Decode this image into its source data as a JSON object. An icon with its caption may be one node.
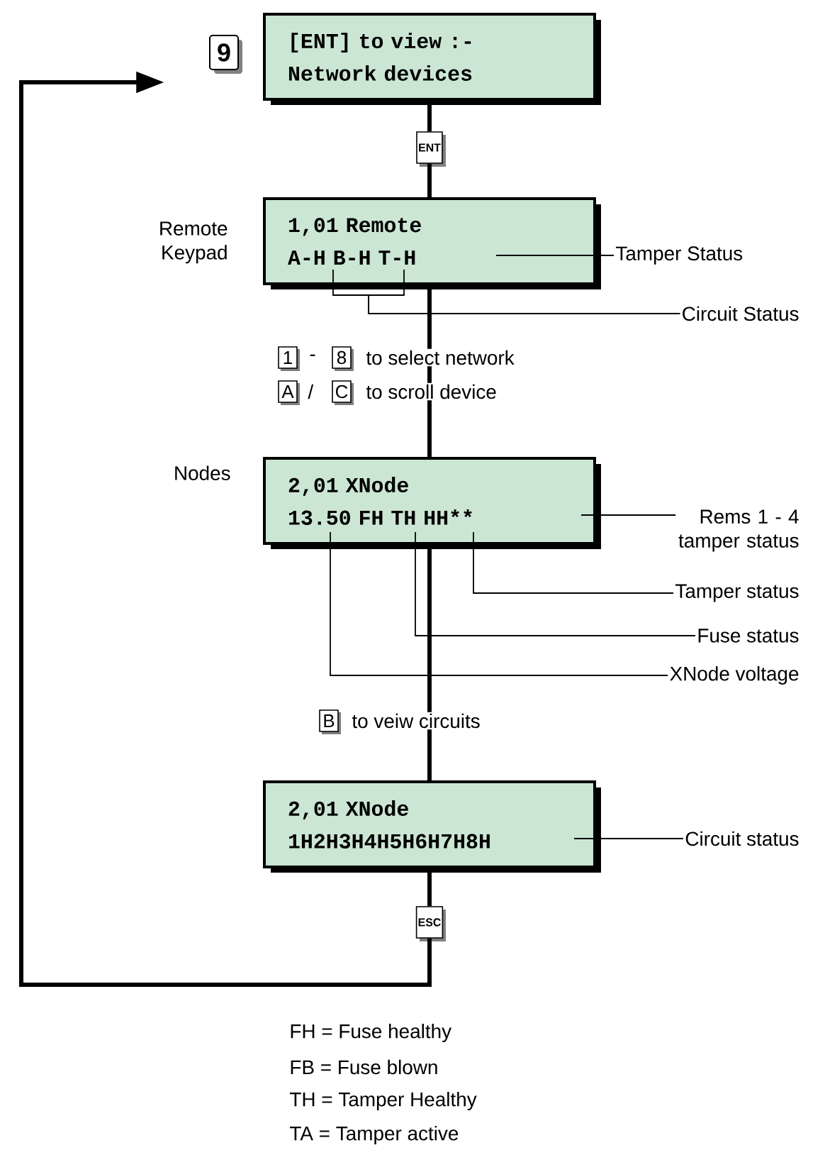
{
  "diagram": {
    "nodes": [
      {
        "text": [
          "[ENT] to view :-",
          "Network devices"
        ],
        "beside": [
          "9"
        ]
      },
      {
        "text": [
          "ENT"
        ]
      },
      {
        "text": [
          "1,01 Remote",
          "A-H B-H T-H"
        ],
        "beside": [
          "Remote Keypad"
        ]
      },
      {
        "text": [
          "Tamper Status"
        ]
      },
      {
        "text": [
          "Circuit Status"
        ]
      },
      {
        "text": [
          "2,01 XNode",
          "13.50 FH TH HH**"
        ],
        "beside": [
          "Nodes"
        ]
      },
      {
        "text": [
          "Rems 1 - 4 tamper status"
        ]
      },
      {
        "text": [
          "Tamper status"
        ]
      },
      {
        "text": [
          "Fuse status"
        ]
      },
      {
        "text": [
          "XNode voltage"
        ]
      },
      {
        "text": [
          "2,01 XNode",
          "1H2H3H4H5H6H7H8H"
        ]
      },
      {
        "text": [
          "Circuit status"
        ]
      },
      {
        "text": [
          "ESC"
        ]
      }
    ],
    "edges": [
      {
        "from": 0,
        "to": 1,
        "arrow": "none",
        "style": "thick"
      },
      {
        "from": 1,
        "to": 2,
        "arrow": "none",
        "style": "thick"
      },
      {
        "from": 2,
        "to": 5,
        "arrow": "none",
        "style": "thick"
      },
      {
        "from": 5,
        "to": 10,
        "arrow": "none",
        "style": "thick"
      },
      {
        "from": 10,
        "to": 12,
        "arrow": "none",
        "style": "thick"
      },
      {
        "from": 12,
        "to": 0,
        "arrow": "to",
        "style": "thick"
      },
      {
        "from": 3,
        "to": 2,
        "arrow": "none"
      },
      {
        "from": 4,
        "to": 2,
        "arrow": "none"
      },
      {
        "from": 4,
        "to": 2,
        "arrow": "none"
      },
      {
        "from": 6,
        "to": 5,
        "arrow": "none"
      },
      {
        "from": 7,
        "to": 5,
        "arrow": "none"
      },
      {
        "from": 8,
        "to": 5,
        "arrow": "none"
      },
      {
        "from": 9,
        "to": 5,
        "arrow": "none"
      },
      {
        "from": 11,
        "to": 10,
        "arrow": "none"
      }
    ],
    "labels": [
      "1",
      "-",
      "8",
      "to select network",
      "A",
      "/",
      "C",
      "to scroll device",
      "B",
      "to veiw circuits",
      "FH = Fuse healthy",
      "FB = Fuse blown",
      "TH = Tamper Healthy",
      "TA = Tamper active"
    ]
  }
}
